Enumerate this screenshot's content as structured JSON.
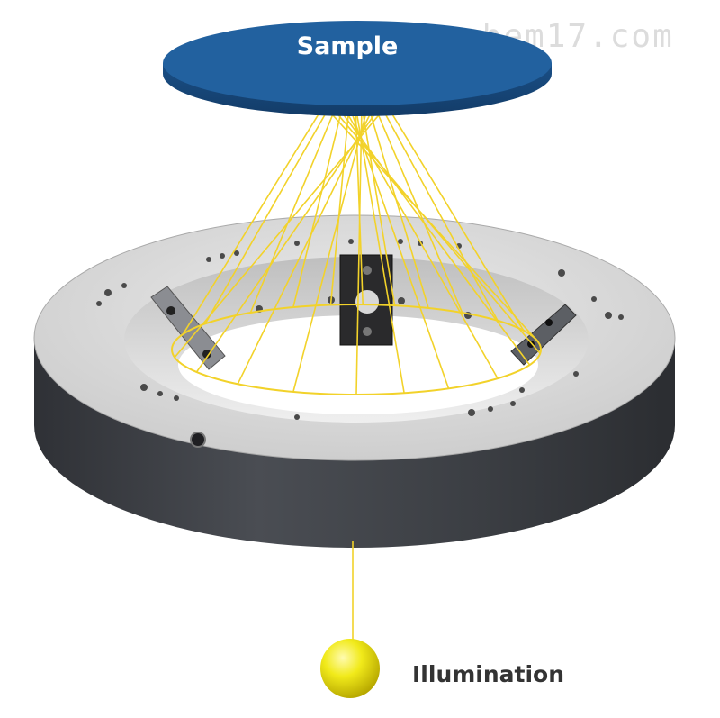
{
  "diagram": {
    "sample_label": "Sample",
    "illumination_label": "Illumination",
    "watermark": "chem17.com"
  },
  "colors": {
    "sample_disc": "#1f5c98",
    "ring_body": "#3e4147",
    "ring_top": "#d9d9d9",
    "light_rays": "#f2d22a",
    "illumination_sphere": "#f3ee1e"
  },
  "icons": [
    "sample-disc",
    "integrating-ring",
    "light-ray",
    "illumination-sphere"
  ]
}
